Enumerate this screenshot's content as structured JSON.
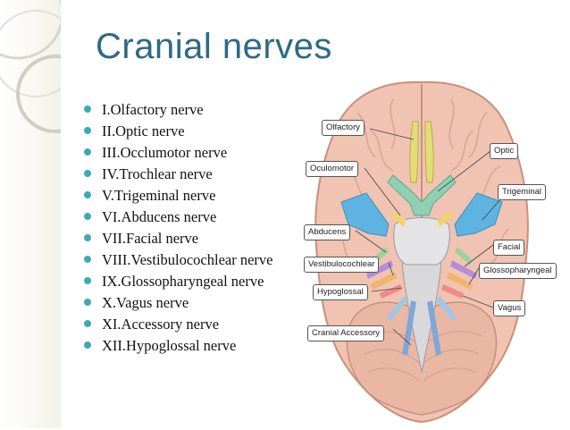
{
  "slide": {
    "title": "Cranial nerves",
    "bullets": [
      "I.Olfactory nerve",
      "II.Optic nerve",
      "III.Occlumotor nerve",
      "IV.Trochlear nerve",
      "V.Trigeminal nerve",
      "VI.Abducens nerve",
      "VII.Facial nerve",
      "VIII.Vestibulocochlear nerve",
      "IX.Glossopharyngeal nerve",
      "X.Vagus nerve",
      "XI.Accessory nerve",
      "XII.Hypoglossal nerve"
    ]
  },
  "diagram": {
    "labels": {
      "olfactory": "Olfactory",
      "optic": "Optic",
      "oculomotor": "Oculomotor",
      "trigeminal": "Trigeminal",
      "abducens": "Abducens",
      "facial": "Facial",
      "vestibulocochlear": "Vestibulocochlear",
      "glossopharyngeal": "Glossopharyngeal",
      "hypoglossal": "Hypoglossal",
      "vagus": "Vagus",
      "cranial_accessory": "Cranial Accessory"
    }
  },
  "colors": {
    "title": "#2e6a86",
    "bullet": "#3da9b7",
    "brain": "#f0c3b2"
  }
}
